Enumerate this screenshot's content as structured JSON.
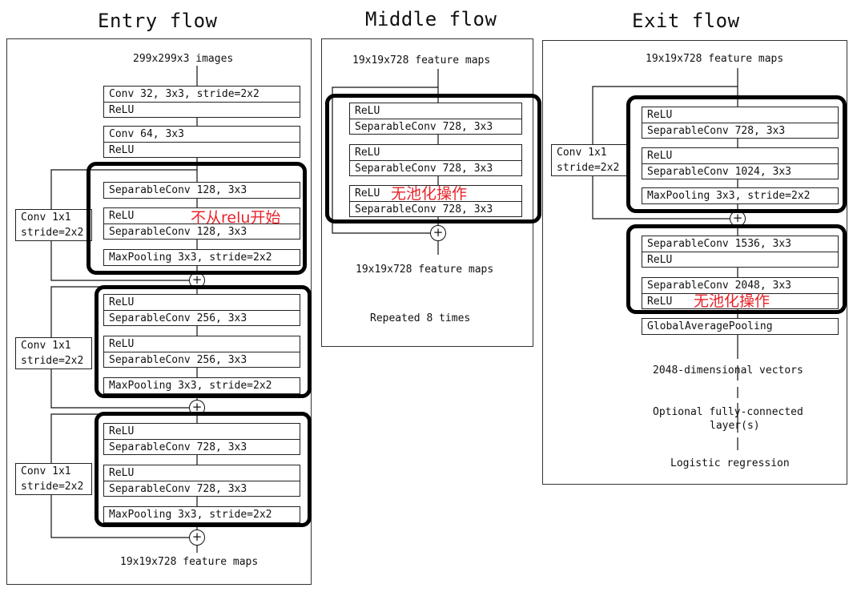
{
  "entry": {
    "title": "Entry flow",
    "input": "299x299x3 images",
    "conv1": [
      "Conv 32, 3x3, stride=2x2",
      "ReLU"
    ],
    "conv2": [
      "Conv 64, 3x3",
      "ReLU"
    ],
    "block1": [
      "SeparableConv 128, 3x3",
      "ReLU",
      "SeparableConv 128, 3x3",
      "MaxPooling 3x3, stride=2x2"
    ],
    "block2": [
      "ReLU",
      "SeparableConv 256, 3x3",
      "ReLU",
      "SeparableConv 256, 3x3",
      "MaxPooling 3x3, stride=2x2"
    ],
    "block3": [
      "ReLU",
      "SeparableConv 728, 3x3",
      "ReLU",
      "SeparableConv 728, 3x3",
      "MaxPooling 3x3, stride=2x2"
    ],
    "skip": [
      "Conv 1x1",
      "stride=2x2"
    ],
    "output": "19x19x728 feature maps",
    "annotation": "不从relu开始"
  },
  "middle": {
    "title": "Middle flow",
    "input": "19x19x728 feature maps",
    "block": [
      "ReLU",
      "SeparableConv 728, 3x3",
      "ReLU",
      "SeparableConv 728, 3x3",
      "ReLU",
      "SeparableConv 728, 3x3"
    ],
    "output": "19x19x728 feature maps",
    "repeat": "Repeated 8 times",
    "annotation": "无池化操作"
  },
  "exit": {
    "title": "Exit flow",
    "input": "19x19x728 feature maps",
    "block1": [
      "ReLU",
      "SeparableConv 728, 3x3",
      "ReLU",
      "SeparableConv 1024, 3x3",
      "MaxPooling 3x3, stride=2x2"
    ],
    "skip": [
      "Conv 1x1",
      "stride=2x2"
    ],
    "block2": [
      "SeparableConv 1536, 3x3",
      "ReLU",
      "SeparableConv 2048, 3x3",
      "ReLU"
    ],
    "gap": "GlobalAveragePooling",
    "vec": "2048-dimensional vectors",
    "fc": [
      "Optional fully-connected",
      "layer(s)"
    ],
    "logistic": "Logistic regression",
    "annotation": "无池化操作"
  },
  "plus_symbol": "+",
  "colors": {
    "annotation": "#e8242a",
    "highlight": "#000000"
  }
}
